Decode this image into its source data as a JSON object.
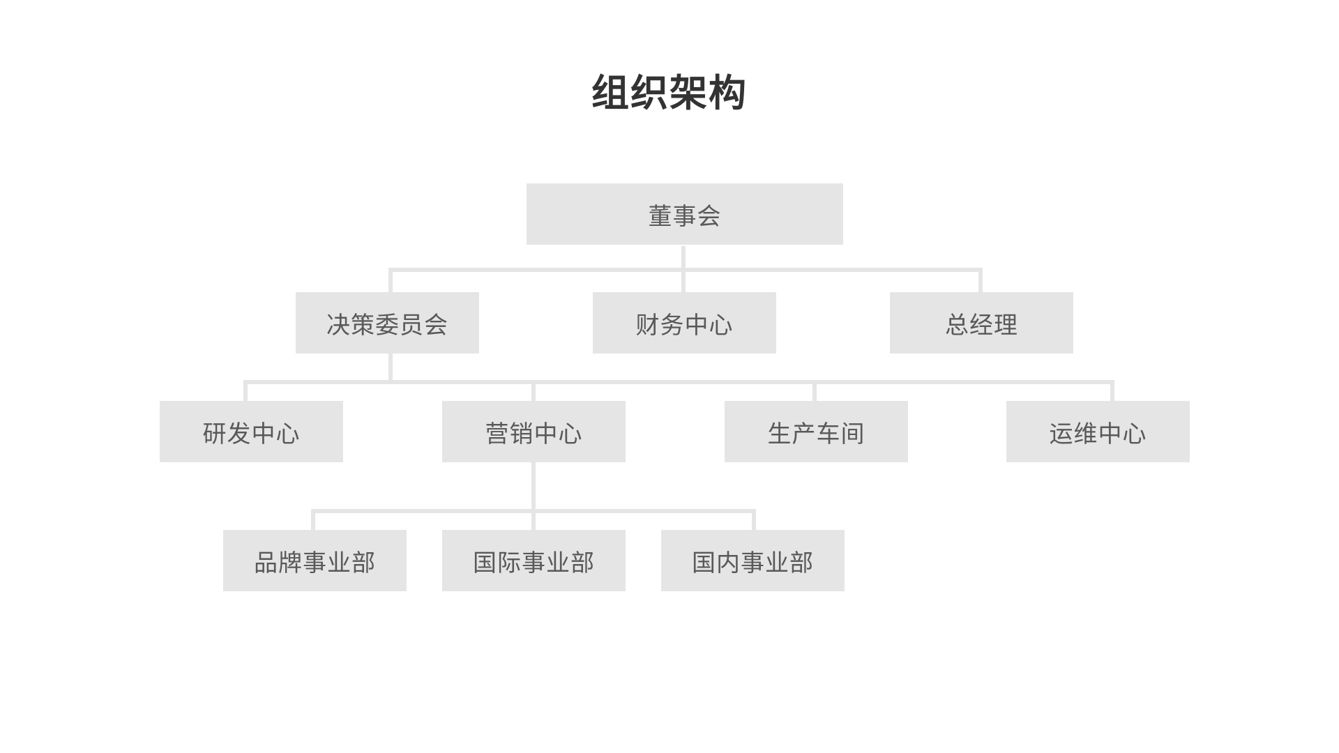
{
  "title": "组织架构",
  "nodes": {
    "board": "董事会",
    "decision_committee": "决策委员会",
    "finance_center": "财务中心",
    "general_manager": "总经理",
    "rd_center": "研发中心",
    "marketing_center": "营销中心",
    "production_workshop": "生产车间",
    "operations_center": "运维中心",
    "brand_division": "品牌事业部",
    "international_division": "国际事业部",
    "domestic_division": "国内事业部"
  },
  "colors": {
    "box_fill": "#e5e5e5",
    "connector": "#e5e5e5",
    "box_text": "#595959",
    "title_text": "#333333"
  }
}
